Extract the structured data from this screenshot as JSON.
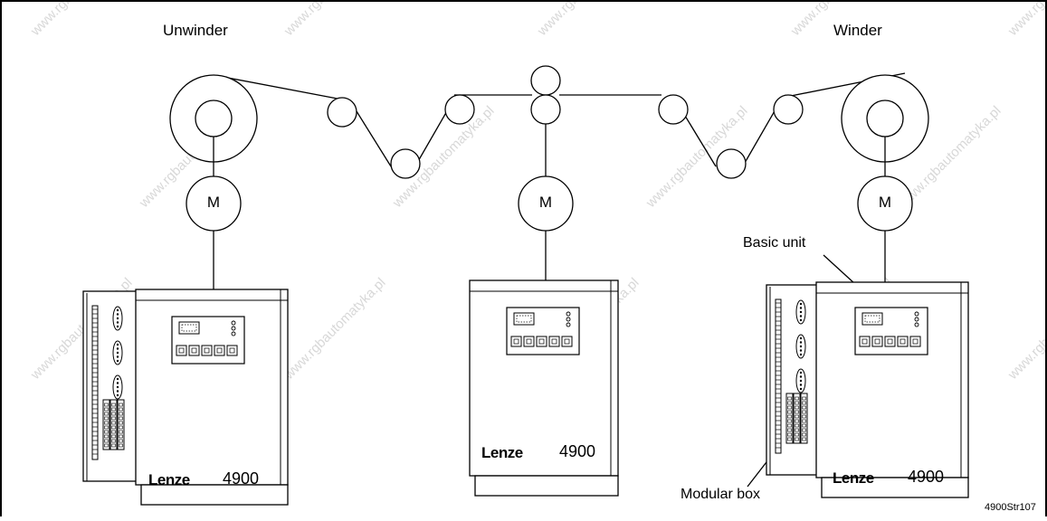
{
  "labels": {
    "unwinder": "Unwinder",
    "winder": "Winder",
    "basic_unit": "Basic unit",
    "modular_box": "Modular box",
    "figure_ref": "4900Str107"
  },
  "motors": [
    {
      "label": "M"
    },
    {
      "label": "M"
    },
    {
      "label": "M"
    }
  ],
  "drives": [
    {
      "brand": "Lenze",
      "model": "4900"
    },
    {
      "brand": "Lenze",
      "model": "4900"
    },
    {
      "brand": "Lenze",
      "model": "4900"
    }
  ],
  "watermark": "www.rgbautomatyka.pl"
}
